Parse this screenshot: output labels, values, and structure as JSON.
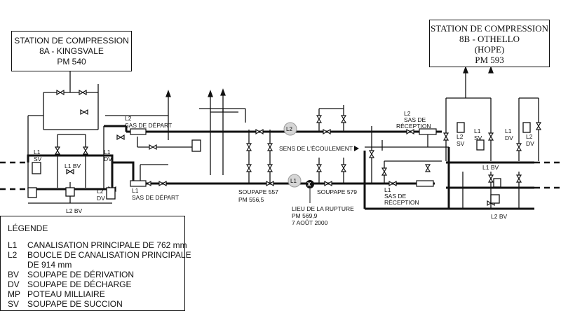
{
  "stations": {
    "a": {
      "lines": [
        "STATION DE COMPRESSION",
        "8A - KINGSVALE",
        "PM 540"
      ]
    },
    "b": {
      "lines": [
        "STATION DE COMPRESSION",
        "8B - OTHELLO",
        "(HOPE)",
        "PM 593"
      ]
    }
  },
  "labels": {
    "sas_depart_top_1": "L2",
    "sas_depart_top_2": "SAS DE DÉPART",
    "sas_depart_bot_1": "L1",
    "sas_depart_bot_2": "SAS DE DÉPART",
    "sas_recept_top_1": "L2",
    "sas_recept_top_2": "SAS DE",
    "sas_recept_top_3": "RÉCEPTION",
    "sas_recept_bot_1": "L1",
    "sas_recept_bot_2": "SAS DE",
    "sas_recept_bot_3": "RÉCEPTION",
    "flow": "SENS DE L'ÉCOULEMENT",
    "valve557": "SOUPAPE 557",
    "pm5565": "PM 556,5",
    "valve579": "SOUPAPE  579",
    "rupture_1": "LIEU DE LA RUPTURE",
    "rupture_2": "PM 569,9",
    "rupture_3": "7 AOÛT 2000",
    "l1_sv_a": "L1",
    "l1_sv_a2": "SV",
    "l1_bv_a": "L1 BV",
    "l1_dv_a": "L1",
    "l1_dv_a2": "DV",
    "l2_dv_a": "L2",
    "l2_dv_a2": "DV",
    "l2_bv_a": "L2 BV",
    "l2_sv_b": "L2",
    "l2_sv_b2": "SV",
    "l1_sv_b": "L1",
    "l1_sv_b2": "SV",
    "l1_dv_b": "L1",
    "l1_dv_b2": "DV",
    "l2_dv_b": "L2",
    "l2_dv_b2": "DV",
    "l1_bv_b": "L1 BV",
    "l2_bv_b": "L2 BV",
    "marker_l2": "L2",
    "marker_l1": "L1",
    "rupture_mark": "X"
  },
  "legend": {
    "title": "LÉGENDE",
    "items": [
      {
        "code": "L1",
        "text": "CANALISATION PRINCIPALE DE 762 mm"
      },
      {
        "code": "L2",
        "text": "BOUCLE DE CANALISATION PRINCIPALE"
      },
      {
        "code": "",
        "text": "DE 914 mm"
      },
      {
        "code": "BV",
        "text": "SOUPAPE DE DÉRIVATION"
      },
      {
        "code": "DV",
        "text": "SOUPAPE DE DÉCHARGE"
      },
      {
        "code": "MP",
        "text": "POTEAU MILLIAIRE"
      },
      {
        "code": "SV",
        "text": "SOUPAPE DE SUCCION"
      }
    ]
  }
}
